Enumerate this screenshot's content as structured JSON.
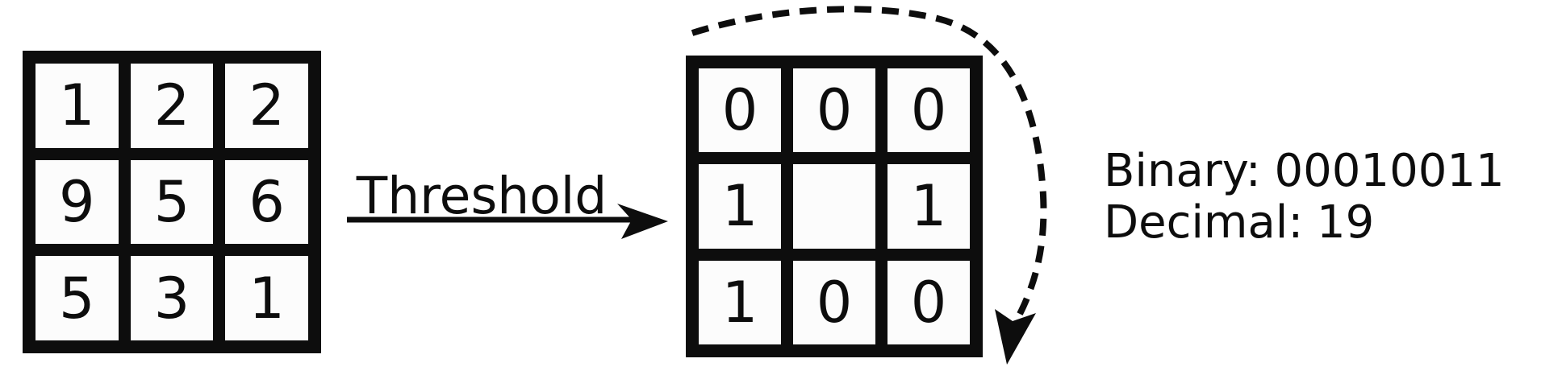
{
  "colors": {
    "ink": "#0d0d0d",
    "cell_fill": "#fcfcfc",
    "background": "#ffffff"
  },
  "input_grid": {
    "cells": [
      "1",
      "2",
      "2",
      "9",
      "5",
      "6",
      "5",
      "3",
      "1"
    ]
  },
  "threshold_arrow": {
    "label": "Threshold"
  },
  "output_grid": {
    "cells": [
      "0",
      "0",
      "0",
      "1",
      "",
      "1",
      "1",
      "0",
      "0"
    ]
  },
  "result": {
    "lines": [
      {
        "label": "Binary:",
        "value": "00010011"
      },
      {
        "label": "Decimal:",
        "value": "19"
      }
    ]
  }
}
